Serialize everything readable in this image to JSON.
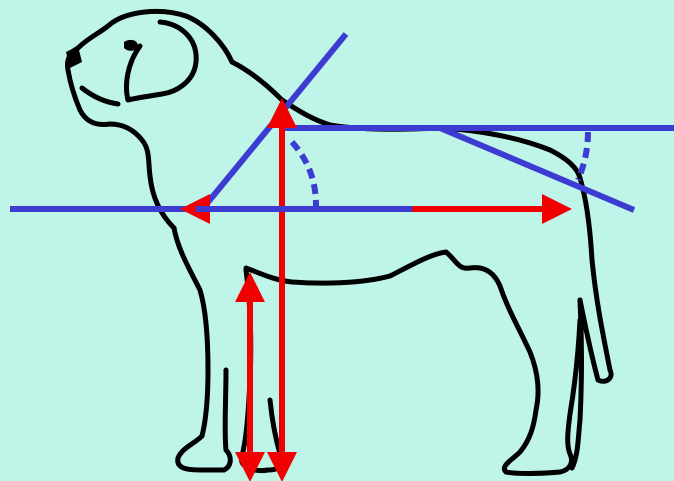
{
  "colors": {
    "background": "#bff5e9",
    "outline": "#000000",
    "reference_line": "#3c3cd2",
    "measurement_arrow": "#f00000"
  },
  "diagram": {
    "subject": "dog-silhouette-icon",
    "reference_lines": [
      "neck-angle-line",
      "horizontal-shoulder-line",
      "withers-back-line",
      "croup-angle-line",
      "horizontal-body-line"
    ],
    "angle_markers": [
      "neck-angle-arc",
      "croup-angle-arc"
    ],
    "measurement_arrows": [
      "body-length-arrow",
      "height-at-withers-arrow",
      "leg-length-arrow"
    ]
  }
}
